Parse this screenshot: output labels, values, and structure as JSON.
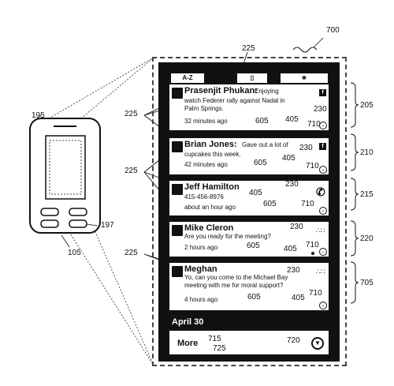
{
  "figure_number": "700",
  "device": {
    "ref_phone": "195",
    "ref_button": "197",
    "ref_body": "105"
  },
  "tabs": [
    {
      "label": "A-Z"
    },
    {
      "label": "",
      "icon": "book-icon"
    },
    {
      "label": "",
      "icon": "star-icon"
    }
  ],
  "cards": [
    {
      "name": "Prasenjit Phukan:",
      "message_lines": [
        "Enjoying",
        "watch Federer rally against Nadal in",
        "Palm Springs."
      ],
      "time": "32 minutes ago",
      "service_icon": "facebook-icon",
      "ref": "205"
    },
    {
      "name": "Brian Jones:",
      "message_lines": [
        "Gave out a lot of",
        "cupcakes this week."
      ],
      "time": "42 minutes ago",
      "service_icon": "facebook-icon",
      "ref": "210"
    },
    {
      "name": "Jeff Hamilton",
      "message_lines": [
        "415-456-8976"
      ],
      "time": "about an hour ago",
      "service_icon": "phone-icon",
      "ref": "215"
    },
    {
      "name": "Mike Cleron",
      "message_lines": [
        "Are you ready for the meeting?"
      ],
      "time": "2 hours ago",
      "service_icon": "chat-icon",
      "ref": "220"
    },
    {
      "name": "Meghan",
      "message_lines": [
        "Yo, can you come to the Michael Bay",
        "meeting with me for moral support?"
      ],
      "time": "4 hours ago",
      "service_icon": "chat-icon",
      "ref": "705"
    }
  ],
  "date_header": "April 30",
  "more_label": "More",
  "refs": {
    "r225": "225",
    "r230": "230",
    "r405": "405",
    "r605": "605",
    "r710": "710",
    "r715": "715",
    "r720": "720",
    "r725": "725"
  }
}
